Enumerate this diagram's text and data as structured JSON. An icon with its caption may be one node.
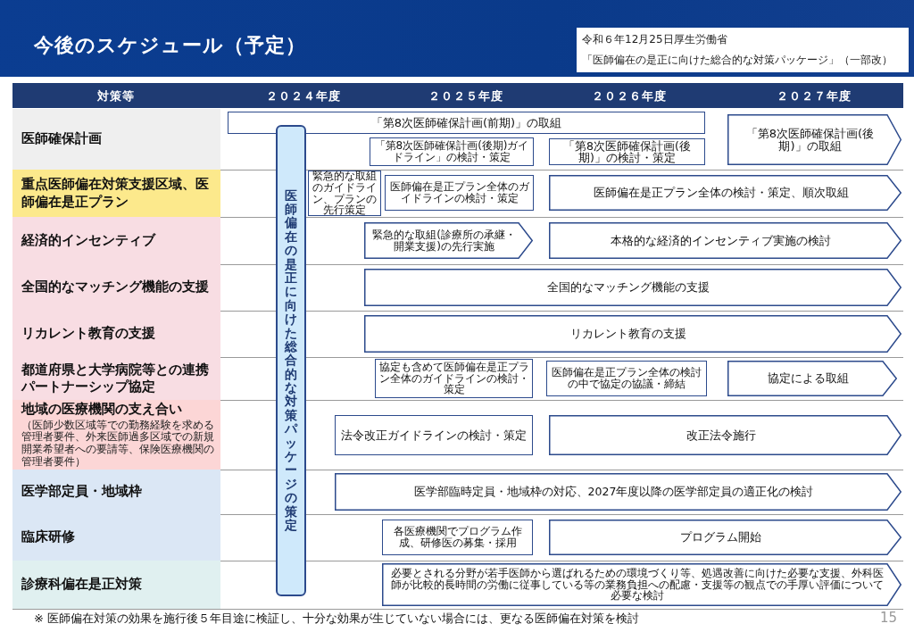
{
  "diagram": {
    "title": "今後のスケジュール（予定）",
    "caption": "※ 医師偏在対策の効果を施行後５年目途に検証し、十分な効果が生じていない場合には、更なる医師偏在対策を検討",
    "nodes": [
      {
        "text": [
          "医師確保計画"
        ]
      },
      {
        "text": [
          "「第8次医師確保計画(前期)」の取組"
        ]
      },
      {
        "text": [
          "「第8次医師確保計画(後期)」の取組"
        ]
      },
      {
        "text": [
          "「第8次医師確保計画(後期)ガイドライン」の検討・策定"
        ]
      },
      {
        "text": [
          "「第8次医師確保計画(後期)」の検討・策定"
        ]
      },
      {
        "text": [
          "医師偏在の是正に向けた総合的な対策パッケージの策定"
        ]
      },
      {
        "text": [
          "重点医師偏在対策支援区域、医師偏在是正プラン"
        ]
      },
      {
        "text": [
          "緊急的な取組のガイドライン、プランの先行策定"
        ]
      },
      {
        "text": [
          "医師偏在是正プラン全体のガイドラインの検討・策定"
        ]
      },
      {
        "text": [
          "医師偏在是正プラン全体の検討・策定、順次取組"
        ]
      },
      {
        "text": [
          "経済的インセンティブ"
        ]
      },
      {
        "text": [
          "緊急的な取組(診療所の承継・開業支援)の先行実施"
        ]
      },
      {
        "text": [
          "本格的な経済的インセンティブ実施の検討"
        ]
      },
      {
        "text": [
          "全国的なマッチング機能の支援"
        ]
      },
      {
        "text": [
          "全国的なマッチング機能の支援"
        ]
      },
      {
        "text": [
          "リカレント教育の支援"
        ]
      },
      {
        "text": [
          "リカレント教育の支援"
        ]
      },
      {
        "text": [
          "都道府県と大学病院等との連携パートナーシップ協定"
        ]
      },
      {
        "text": [
          "協定も含めて医師偏在是正プラン全体のガイドラインの検討・策定"
        ]
      },
      {
        "text": [
          "医師偏在是正プラン全体の検討の中で協定の協議・締結"
        ]
      },
      {
        "text": [
          "協定による取組"
        ]
      },
      {
        "text": [
          "地域の医療機関の支え合い",
          "（医師少数区域等での勤務経験を求める管理者要件、外来医師過多区域での新規開業希望者への要請等、保険医療機関の管理者要件）"
        ]
      },
      {
        "text": [
          "法令改正ガイドラインの検討・策定"
        ]
      },
      {
        "text": [
          "改正法令施行"
        ]
      },
      {
        "text": [
          "医学部定員・地域枠"
        ]
      },
      {
        "text": [
          "医学部臨時定員・地域枠の対応、2027年度以降の医学部定員の適正化の検討"
        ]
      },
      {
        "text": [
          "臨床研修"
        ]
      },
      {
        "text": [
          "各医療機関でプログラム作成、研修医の募集・採用"
        ]
      },
      {
        "text": [
          "プログラム開始"
        ]
      },
      {
        "text": [
          "診療科偏在是正対策"
        ]
      },
      {
        "text": [
          "必要とされる分野が若手医師から選ばれるための環境づくり等、処遇改善に向けた必要な支援、外科医師が比較的長時間の労働に従事している等の業務負担への配慮・支援等の観点での手厚い評価について必要な検討"
        ]
      }
    ],
    "labels": [
      "令和６年12月25日厚生労働省",
      "「医師偏在の是正に向けた総合的な対策パッケージ」（一部改）",
      "対策等",
      "２０２４年度",
      "２０２５年度",
      "２０２６年度",
      "２０２７年度",
      "15"
    ]
  }
}
